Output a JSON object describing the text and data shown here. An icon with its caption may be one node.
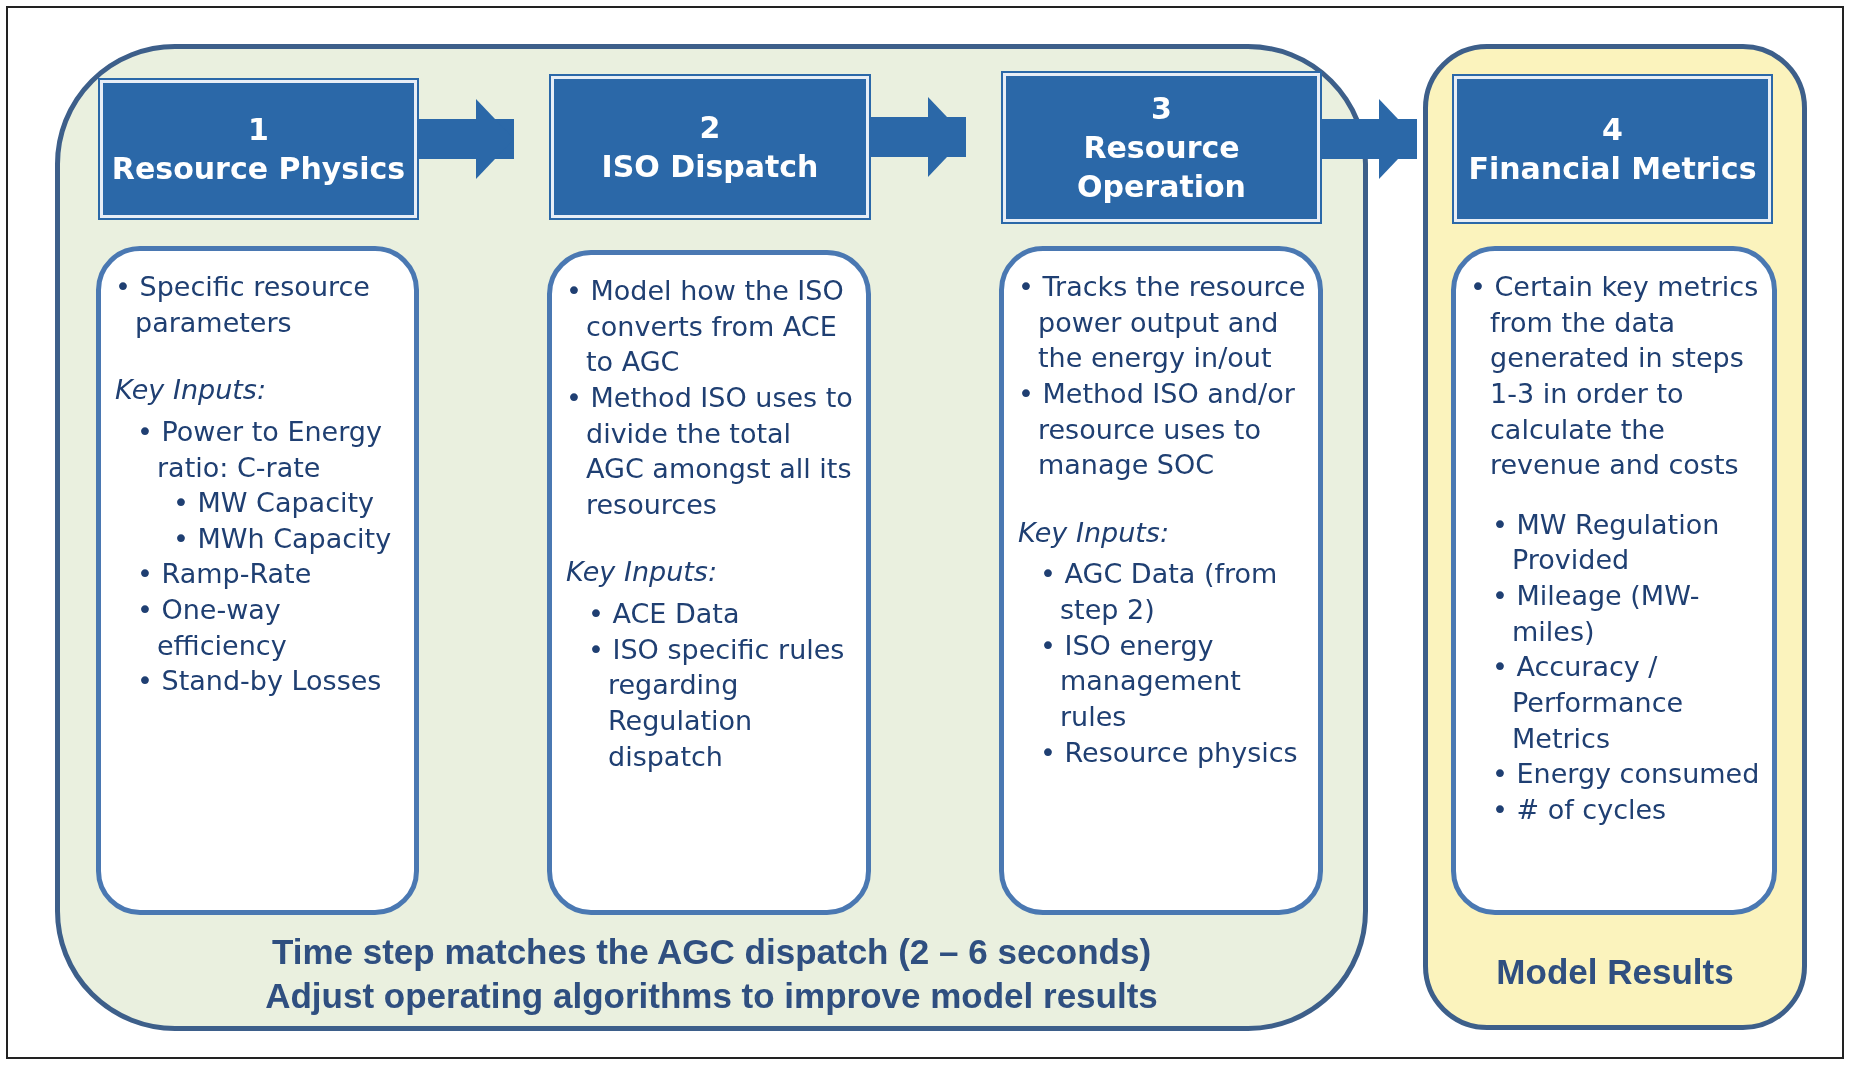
{
  "diagram": {
    "nodes": [
      {
        "text": [
          "Time step matches the AGC dispatch (2 – 6 seconds)",
          "Adjust operating algorithms to improve model results"
        ]
      },
      {
        "text": [
          "1",
          "Resource Physics"
        ],
        "in": 0
      },
      {
        "text": [
          "• Specific resource parameters",
          "Key Inputs:",
          "• Power to Energy ratio: C-rate",
          "• MW Capacity",
          "• MWh Capacity",
          "• Ramp-Rate",
          "• One-way efficiency",
          "• Stand-by Losses"
        ],
        "in": 0
      },
      {
        "text": [
          "2",
          "ISO Dispatch"
        ],
        "in": 0
      },
      {
        "text": [
          "• Model how the ISO converts from ACE to AGC",
          "• Method ISO uses to divide the total AGC amongst all its resources",
          "Key Inputs:",
          "• ACE Data",
          "• ISO specific rules regarding Regulation dispatch"
        ],
        "in": 0
      },
      {
        "text": [
          "3",
          "Resource Operation"
        ],
        "in": 0
      },
      {
        "text": [
          "• Tracks the resource power output and the energy in/out",
          "• Method ISO and/or resource uses to manage SOC",
          "Key Inputs:",
          "• AGC Data (from step 2)",
          "• ISO energy management rules",
          "• Resource physics"
        ],
        "in": 0
      },
      {
        "text": [
          "Model Results"
        ]
      },
      {
        "text": [
          "4",
          "Financial Metrics"
        ],
        "in": 7
      },
      {
        "text": [
          "• Certain key metrics from the data generated in steps 1-3 in order to calculate the revenue and costs",
          "• MW Regulation Provided",
          "• Mileage (MW-miles)",
          "• Accuracy / Performance Metrics",
          "• Energy consumed",
          "• # of cycles"
        ],
        "in": 7
      }
    ],
    "edges": [
      {
        "from": 1,
        "to": 3,
        "arrow": "to"
      },
      {
        "from": 3,
        "to": 5,
        "arrow": "to"
      },
      {
        "from": 5,
        "to": 8,
        "arrow": "to"
      }
    ]
  }
}
